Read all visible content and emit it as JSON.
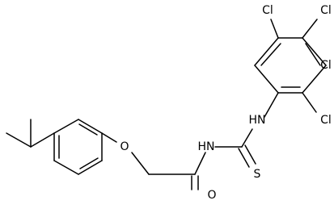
{
  "structure": {
    "atoms": {
      "O_ether": "O",
      "NH_amide": "HN",
      "NH_aryl": "HN",
      "S_thione": "S",
      "O_carbonyl": "O",
      "Cl_top_left": "Cl",
      "Cl_top_right": "Cl",
      "Cl_right": "Cl",
      "Cl_lower": "Cl"
    }
  }
}
